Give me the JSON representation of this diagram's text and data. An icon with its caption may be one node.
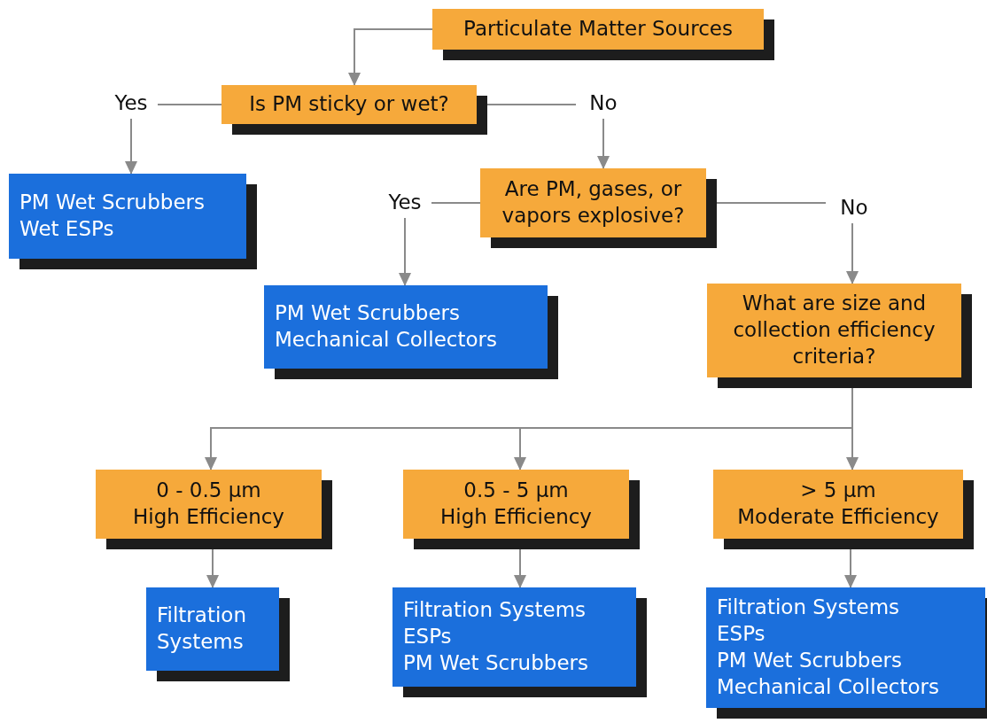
{
  "diagram": {
    "nodes": [
      {
        "text": [
          "Particulate Matter Sources"
        ]
      },
      {
        "text": [
          "Is PM sticky or wet?"
        ]
      },
      {
        "text": [
          "Yes"
        ]
      },
      {
        "text": [
          "No"
        ]
      },
      {
        "text": [
          "PM Wet Scrubbers",
          "Wet ESPs"
        ]
      },
      {
        "text": [
          "Are PM, gases, or vapors explosive?"
        ]
      },
      {
        "text": [
          "Yes"
        ]
      },
      {
        "text": [
          "No"
        ]
      },
      {
        "text": [
          "PM Wet Scrubbers",
          "Mechanical Collectors"
        ]
      },
      {
        "text": [
          "What are size and collection efficiency criteria?"
        ]
      },
      {
        "text": [
          "0 - 0.5 μm",
          "High Efficiency"
        ]
      },
      {
        "text": [
          "0.5 - 5 μm",
          "High Efficiency"
        ]
      },
      {
        "text": [
          "> 5 μm",
          "Moderate Efficiency"
        ]
      },
      {
        "text": [
          "Filtration Systems"
        ]
      },
      {
        "text": [
          "Filtration Systems",
          "ESPs",
          "PM Wet Scrubbers"
        ]
      },
      {
        "text": [
          "Filtration Systems",
          "ESPs",
          "PM Wet Scrubbers",
          "Mechanical Collectors"
        ]
      }
    ],
    "edges": [
      {
        "from": 0,
        "to": 1,
        "arrow": "to"
      },
      {
        "from": 1,
        "to": 2,
        "arrow": "none"
      },
      {
        "from": 1,
        "to": 3,
        "arrow": "none"
      },
      {
        "from": 2,
        "to": 4,
        "arrow": "to"
      },
      {
        "from": 3,
        "to": 5,
        "arrow": "to"
      },
      {
        "from": 5,
        "to": 6,
        "arrow": "none"
      },
      {
        "from": 5,
        "to": 7,
        "arrow": "none"
      },
      {
        "from": 6,
        "to": 8,
        "arrow": "to"
      },
      {
        "from": 7,
        "to": 9,
        "arrow": "to"
      },
      {
        "from": 9,
        "to": 10,
        "arrow": "to"
      },
      {
        "from": 9,
        "to": 11,
        "arrow": "to"
      },
      {
        "from": 9,
        "to": 12,
        "arrow": "to"
      },
      {
        "from": 10,
        "to": 13,
        "arrow": "to"
      },
      {
        "from": 11,
        "to": 14,
        "arrow": "to"
      },
      {
        "from": 12,
        "to": 15,
        "arrow": "to"
      }
    ]
  }
}
